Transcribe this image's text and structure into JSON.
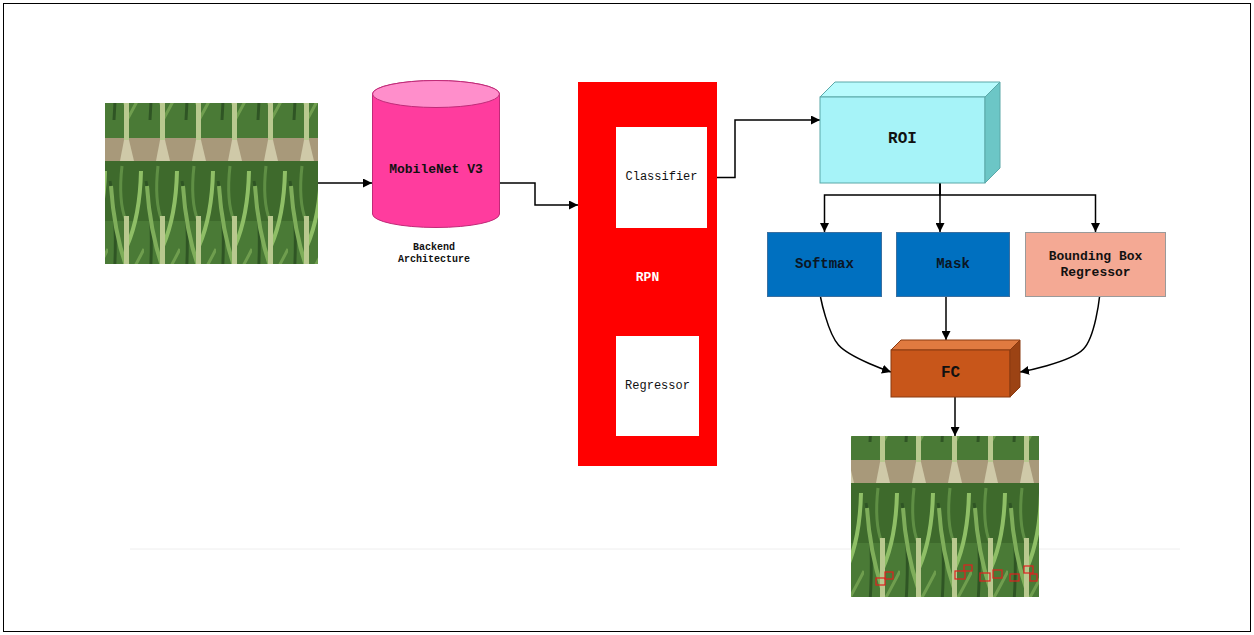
{
  "diagram": {
    "nodes": [
      {
        "text": [
          "MobileNet V3",
          "Backend Architecture"
        ]
      },
      {
        "text": [
          "RPN"
        ]
      },
      {
        "text": [
          "Classifier"
        ],
        "in": 1
      },
      {
        "text": [
          "Regressor"
        ],
        "in": 1
      },
      {
        "text": [
          "ROI"
        ]
      },
      {
        "text": [
          "Softmax"
        ]
      },
      {
        "text": [
          "Mask"
        ]
      },
      {
        "text": [
          "Bounding Box Regressor"
        ]
      },
      {
        "text": [
          "FC"
        ]
      }
    ],
    "edges": [
      {
        "from": 0,
        "to": 1,
        "arrow": "to"
      },
      {
        "from": 2,
        "to": 4,
        "arrow": "to"
      },
      {
        "from": 4,
        "to": 5,
        "arrow": "to"
      },
      {
        "from": 4,
        "to": 6,
        "arrow": "to"
      },
      {
        "from": 4,
        "to": 7,
        "arrow": "to"
      },
      {
        "from": 5,
        "to": 8,
        "arrow": "to"
      },
      {
        "from": 6,
        "to": 8,
        "arrow": "to"
      },
      {
        "from": 7,
        "to": 8,
        "arrow": "to"
      }
    ]
  }
}
